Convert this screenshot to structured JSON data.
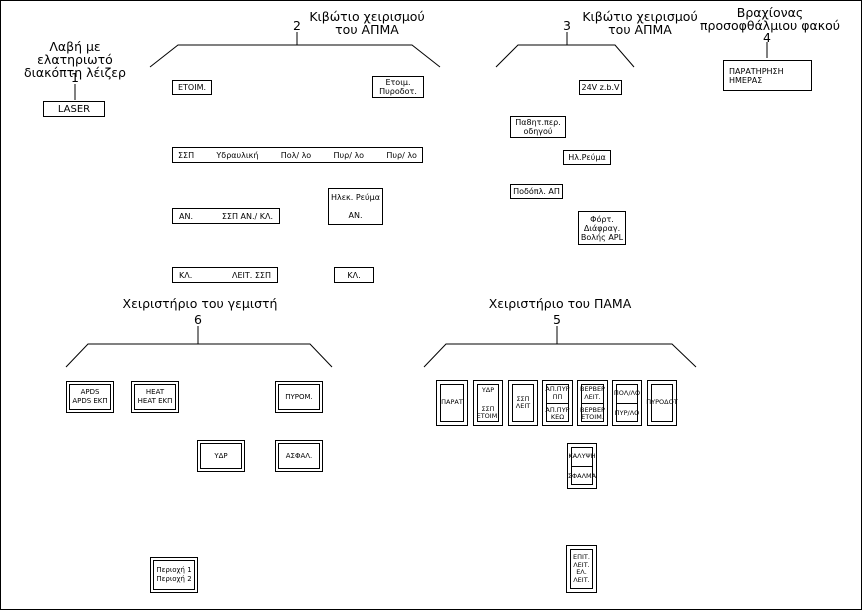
{
  "headings": {
    "h1": "Λαβή με ελατηριωτό διακόπτη λέιζερ",
    "h2": "Κιβώτιο χειρισμού του ΑΠΜΑ",
    "h3": "Κιβώτιο χειρισμού του ΑΠΜΑ",
    "h4": "Βραχίονας προσοφθάλμιου φακού",
    "h5": "Χειριστήριο του ΠΑΜΑ",
    "h6": "Χειριστήριο του γεμιστή"
  },
  "numbers": {
    "n1": "1",
    "n2": "2",
    "n3": "3",
    "n4": "4",
    "n5": "5",
    "n6": "6"
  },
  "panel1": {
    "laser": "LASER"
  },
  "panel2": {
    "etoim": "ΕΤΟΙΜ.",
    "etoim_tr_1": "Ετοιμ.",
    "etoim_tr_2": "Πυροδοτ.",
    "row_labels": [
      "ΣΣΠ",
      "Υδραυλική",
      "Πολ/ λο",
      "Πυρ/ λο",
      "Πυρ/ λο"
    ],
    "an": "ΑΝ.",
    "ssp_an_kl": "ΣΣΠ ΑΝ./ ΚΛ.",
    "ilek_1": "Ηλεκ. Ρεύμα",
    "ilek_2": "ΑΝ.",
    "kl": "ΚΛ.",
    "leit_ssp": "ΛΕΙΤ. ΣΣΠ",
    "kl2": "ΚΛ."
  },
  "panel3": {
    "v24": "24V z.b.V",
    "pasth_1": "Πα8ητ.περ.",
    "pasth_2": "οδηγού",
    "il_reuma": "Ηλ.Ρεύμα",
    "podopl": "Ποδόπλ. ΑΠ",
    "fort_1": "Φόρτ.",
    "fort_2": "Διάφραγ.",
    "fort_3": "Βολής APL"
  },
  "panel4": {
    "parat_1": "ΠΑΡΑΤΗΡΗΣΗ",
    "parat_2": "ΗΜΕΡΑΣ"
  },
  "panel5": {
    "parat": "ΠΑΡΑΤ",
    "ydr_top": "ΥΔΡ",
    "ydr_bot_1": "ΣΣΠ",
    "ydr_bot_2": "ΕΤΟΙΜ.",
    "ssp_1": "ΣΣΠ",
    "ssp_2": "ΛΕΙΤ",
    "ap_top_1": "ΑΠ.ΠΥΡ",
    "ap_top_2": "ΠΠ",
    "ap_bot_1": "ΑΠ.ΠΥΡ",
    "ap_bot_2": "ΚΕΩ",
    "ber_top_1": "ΒΕΡΒΕΡ",
    "ber_top_2": "ΛΕΙΤ.",
    "ber_bot_1": "ΒΕΡΒΕΡ",
    "ber_bot_2": "ΕΤΟΙΜ.",
    "polypyr_top": "ΠΟΛ/ΛΟ",
    "polypyr_bot": "ΠΥΡ/ΛΟ",
    "pyrodot": "ΠΥΡΟΔΟΤ",
    "kalyps_top": "ΚΑΛΥΨΗ",
    "kalyps_bot": "ΣΦΑΛΜΑ",
    "epit_1": "ΕΠΙΤ.",
    "epit_2": "ΛΕΙΤ.",
    "epit_3": "ΕΛ.",
    "epit_4": "ΛΕΙΤ."
  },
  "panel6": {
    "apds_1": "APDS",
    "apds_2": "APDS ΕΚΠ",
    "heat_1": "HEAT",
    "heat_2": "HEAT ΕΚΠ",
    "pyrom": "ΠΥΡΟΜ.",
    "ydr": "ΥΔΡ",
    "asfal": "ΑΣΦΑΛ.",
    "perioxi_1": "Περιοχή 1",
    "perioxi_2": "Περιοχή 2"
  }
}
